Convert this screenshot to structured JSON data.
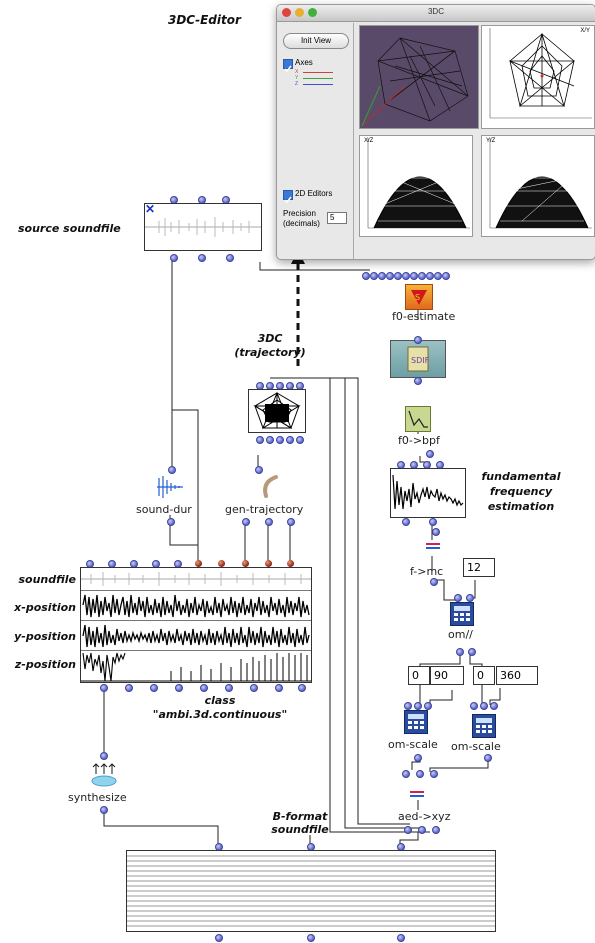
{
  "title": "3DC-Editor",
  "window": {
    "title": "3DC",
    "init_view": "Init View",
    "axes_label": "Axes",
    "axis_x": "X",
    "axis_y": "Y",
    "axis_z": "Z",
    "editors_label": "2D Editors",
    "precision_label": "Precision",
    "precision_sub": "(decimals)",
    "precision_value": "5",
    "panel_xy": "X/Y",
    "panel_xz": "X/Z",
    "panel_yz": "Y/Z"
  },
  "labels": {
    "source_soundfile": "source soundfile",
    "dc_line1": "3DC",
    "dc_line2": "(trajectory)",
    "f0_estimate": "f0-estimate",
    "f0_bpf": "f0->bpf",
    "fund_line1": "fundamental",
    "fund_line2": "frequency",
    "fund_line3": "estimation",
    "sound_dur": "sound-dur",
    "gen_trajectory": "gen-trajectory",
    "f_mc": "f->mc",
    "mc_value": "12",
    "om_div": "om//",
    "scale1_min": "0",
    "scale1_max": "90",
    "scale2_min": "0",
    "scale2_max": "360",
    "om_scale_1": "om-scale",
    "om_scale_2": "om-scale",
    "aed_xyz": "aed->xyz",
    "synthesize": "synthesize",
    "bformat_line1": "B-format",
    "bformat_line2": "soundfile",
    "class_line1": "class",
    "class_line2": "\"ambi.3d.continuous\""
  },
  "tracks": [
    "soundfile",
    "x-position",
    "y-position",
    "z-position"
  ],
  "colors": {
    "inlet": "#5b64c8",
    "inlet_red": "#8a1d0a",
    "axis_x": "#d04040",
    "axis_y": "#40a040",
    "axis_z": "#4050d0",
    "panel_bg": "#5a4a6a"
  }
}
